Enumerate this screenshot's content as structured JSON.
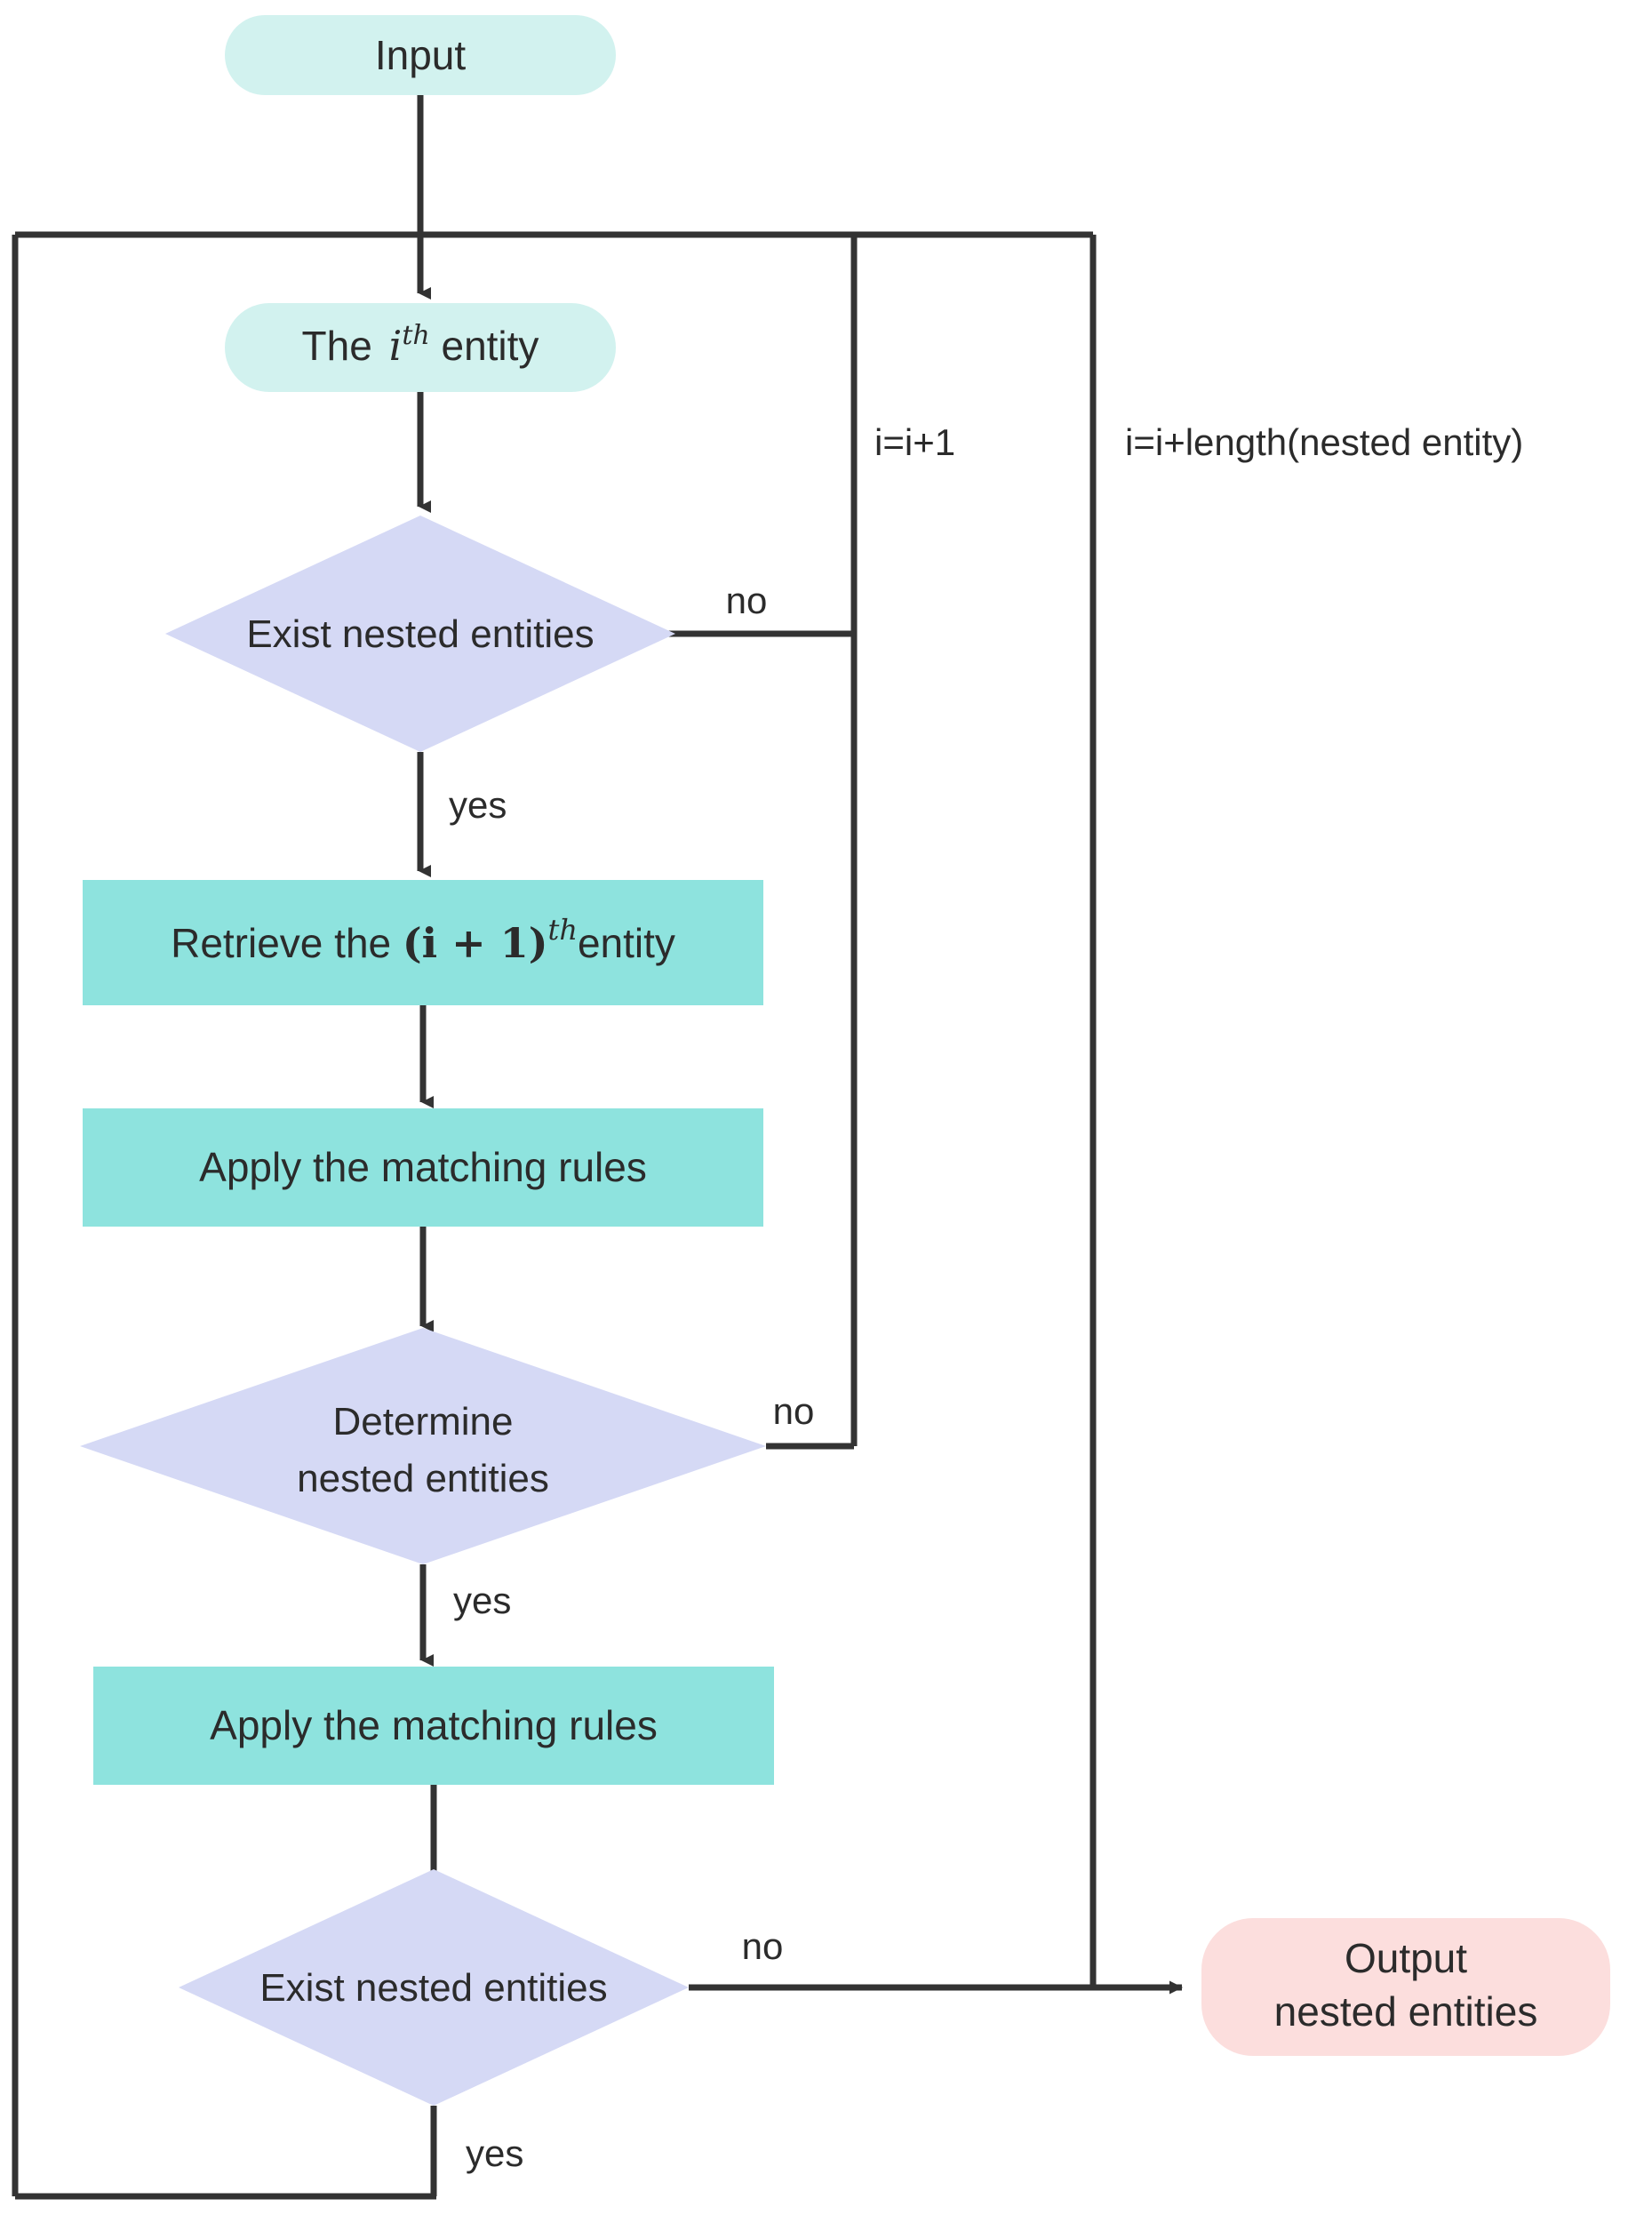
{
  "diagram": {
    "title": "Nested entity recognition flowchart",
    "colors": {
      "terminal_fill": "#d2f2ef",
      "process_fill": "#8ee3de",
      "decision_fill": "#d5d9f5",
      "output_fill": "#fcdedd",
      "line": "#333333",
      "text": "#2b2b2b",
      "background": "#ffffff"
    },
    "nodes": [
      {
        "id": "input",
        "shape": "terminal",
        "label": "Input"
      },
      {
        "id": "ith",
        "shape": "terminal",
        "label_prefix": "The ",
        "label_math_base": "i",
        "label_math_sup": "th",
        "label_suffix": " entity"
      },
      {
        "id": "exist1",
        "shape": "decision",
        "label": "Exist nested entities"
      },
      {
        "id": "retrieve",
        "shape": "process",
        "label_prefix": "Retrieve the ",
        "label_math": "(i + 1)",
        "label_math_sup": "th",
        "label_suffix": "entity"
      },
      {
        "id": "apply1",
        "shape": "process",
        "label": "Apply the matching rules"
      },
      {
        "id": "determine",
        "shape": "decision",
        "label_line1": "Determine",
        "label_line2": "nested entities"
      },
      {
        "id": "apply2",
        "shape": "process",
        "label": "Apply the matching rules"
      },
      {
        "id": "exist2",
        "shape": "decision",
        "label": "Exist nested entities"
      },
      {
        "id": "output",
        "shape": "output",
        "label_line1": "Output",
        "label_line2": "nested entities"
      }
    ],
    "edge_labels": {
      "exist1_no": "no",
      "exist1_yes": "yes",
      "determine_no": "no",
      "determine_yes": "yes",
      "exist2_no": "no",
      "exist2_yes": "yes"
    },
    "loop_labels": {
      "inner": "i=i+1",
      "outer": "i=i+length(nested entity)"
    }
  }
}
